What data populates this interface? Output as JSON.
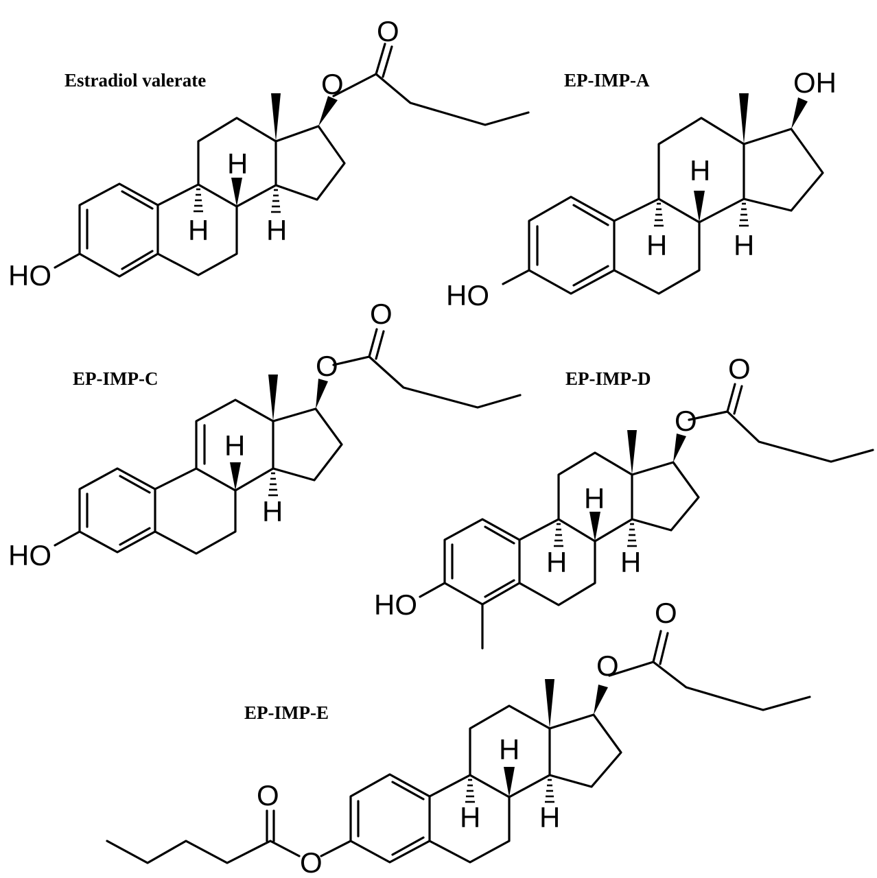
{
  "molecules": [
    {
      "name": "Estradiol valerate",
      "atoms": {
        "phenol": "HO",
        "ester_O": "O",
        "carbonyl_O": "O",
        "h8": "H",
        "h9": "H",
        "h14": "H"
      }
    },
    {
      "name": "EP-IMP-A",
      "atoms": {
        "phenol": "HO",
        "hydroxyl": "OH",
        "h8": "H",
        "h9": "H",
        "h14": "H"
      }
    },
    {
      "name": "EP-IMP-C",
      "atoms": {
        "phenol": "HO",
        "ester_O": "O",
        "carbonyl_O": "O",
        "h8": "H",
        "h14": "H"
      }
    },
    {
      "name": "EP-IMP-D",
      "atoms": {
        "phenol": "HO",
        "ester_O": "O",
        "carbonyl_O": "O",
        "h8": "H",
        "h9": "H",
        "h14": "H"
      }
    },
    {
      "name": "EP-IMP-E",
      "atoms": {
        "ester_O": "O",
        "carbonyl_O": "O",
        "ester3_O": "O",
        "carbonyl3_O": "O",
        "h8": "H",
        "h9": "H",
        "h14": "H"
      }
    }
  ]
}
